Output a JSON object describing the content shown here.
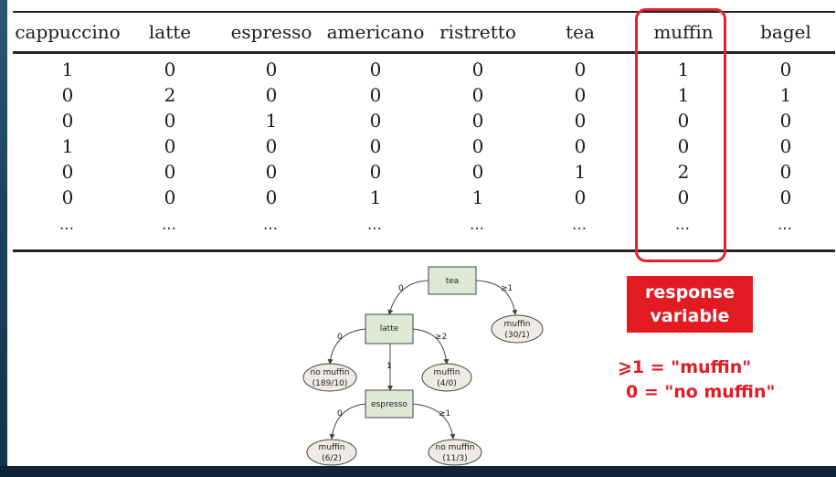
{
  "table": {
    "headers": [
      "cappuccino",
      "latte",
      "espresso",
      "americano",
      "ristretto",
      "tea",
      "muffin",
      "bagel"
    ],
    "rows": [
      [
        "1",
        "0",
        "0",
        "0",
        "0",
        "0",
        "1",
        "0"
      ],
      [
        "0",
        "2",
        "0",
        "0",
        "0",
        "0",
        "1",
        "1"
      ],
      [
        "0",
        "0",
        "1",
        "0",
        "0",
        "0",
        "0",
        "0"
      ],
      [
        "1",
        "0",
        "0",
        "0",
        "0",
        "0",
        "0",
        "0"
      ],
      [
        "0",
        "0",
        "0",
        "0",
        "0",
        "1",
        "2",
        "0"
      ],
      [
        "0",
        "0",
        "0",
        "1",
        "1",
        "0",
        "0",
        "0"
      ]
    ],
    "ellipsis": [
      "…",
      "…",
      "…",
      "…",
      "…",
      "…",
      "…",
      "…"
    ]
  },
  "callout": {
    "line1": "response",
    "line2": "variable"
  },
  "legend": {
    "line1": "⩾1 = \"muffin\"",
    "line2": "0  = \"no muffin\""
  },
  "tree": {
    "nodes": {
      "tea": "tea",
      "latte": "latte",
      "espresso": "espresso"
    },
    "leaves": {
      "muffin_a": {
        "label": "muffin",
        "count": "(30/1)"
      },
      "no_muffin_a": {
        "label": "no muffin",
        "count": "(189/10)"
      },
      "muffin_b": {
        "label": "muffin",
        "count": "(4/0)"
      },
      "muffin_c": {
        "label": "muffin",
        "count": "(6/2)"
      },
      "no_muffin_b": {
        "label": "no muffin",
        "count": "(11/3)"
      }
    },
    "edges": {
      "tea_left": "0",
      "tea_right": "≥1",
      "latte_left": "0",
      "latte_mid": "1",
      "latte_right": "≥2",
      "espresso_left": "0",
      "espresso_right": "≥1"
    }
  },
  "colors": {
    "accent": "#e21a22",
    "node_fill": "#dfe8d4",
    "leaf_fill": "#eeebe4"
  }
}
